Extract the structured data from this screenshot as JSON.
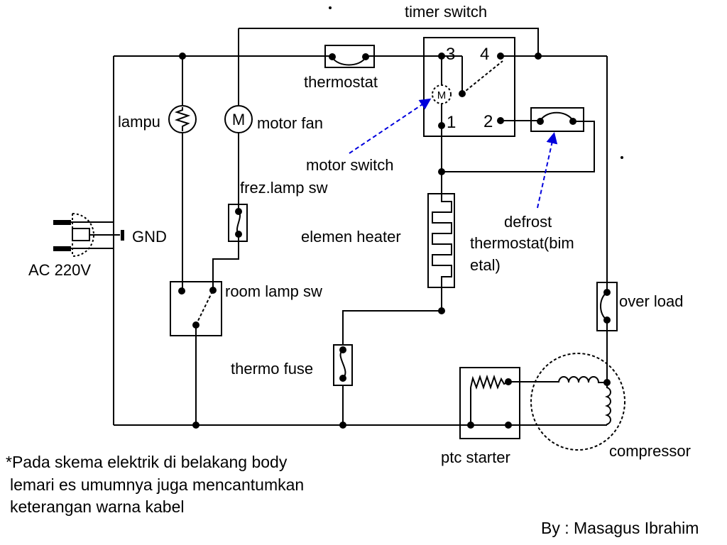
{
  "colors": {
    "line": "#000000",
    "background": "#ffffff",
    "annotation_arrow": "#0000dd"
  },
  "labels": {
    "timer_switch": "timer switch",
    "thermostat": "thermostat",
    "lampu": "lampu",
    "motor_fan": "motor fan",
    "frez_lamp_sw": "frez.lamp sw",
    "motor_switch": "motor switch",
    "gnd": "GND",
    "ac_source": "AC 220V",
    "elemen_heater": "elemen heater",
    "defrost_line1": "defrost",
    "defrost_line2": "thermostat(bim",
    "defrost_line3": "etal)",
    "room_lamp_sw": "room lamp sw",
    "over_load": "over load",
    "thermo_fuse": "thermo fuse",
    "ptc_starter": "ptc starter",
    "compressor": "compressor"
  },
  "timer_switch_terminals": {
    "t1": "1",
    "t2": "2",
    "t3": "3",
    "t4": "4"
  },
  "motor_letters": {
    "fan": "M",
    "timer": "M"
  },
  "footnote_lines": [
    "*Pada skema elektrik di belakang body",
    "lemari es umumnya juga mencantumkan",
    "keterangan warna kabel"
  ],
  "credit": "By : Masagus Ibrahim"
}
